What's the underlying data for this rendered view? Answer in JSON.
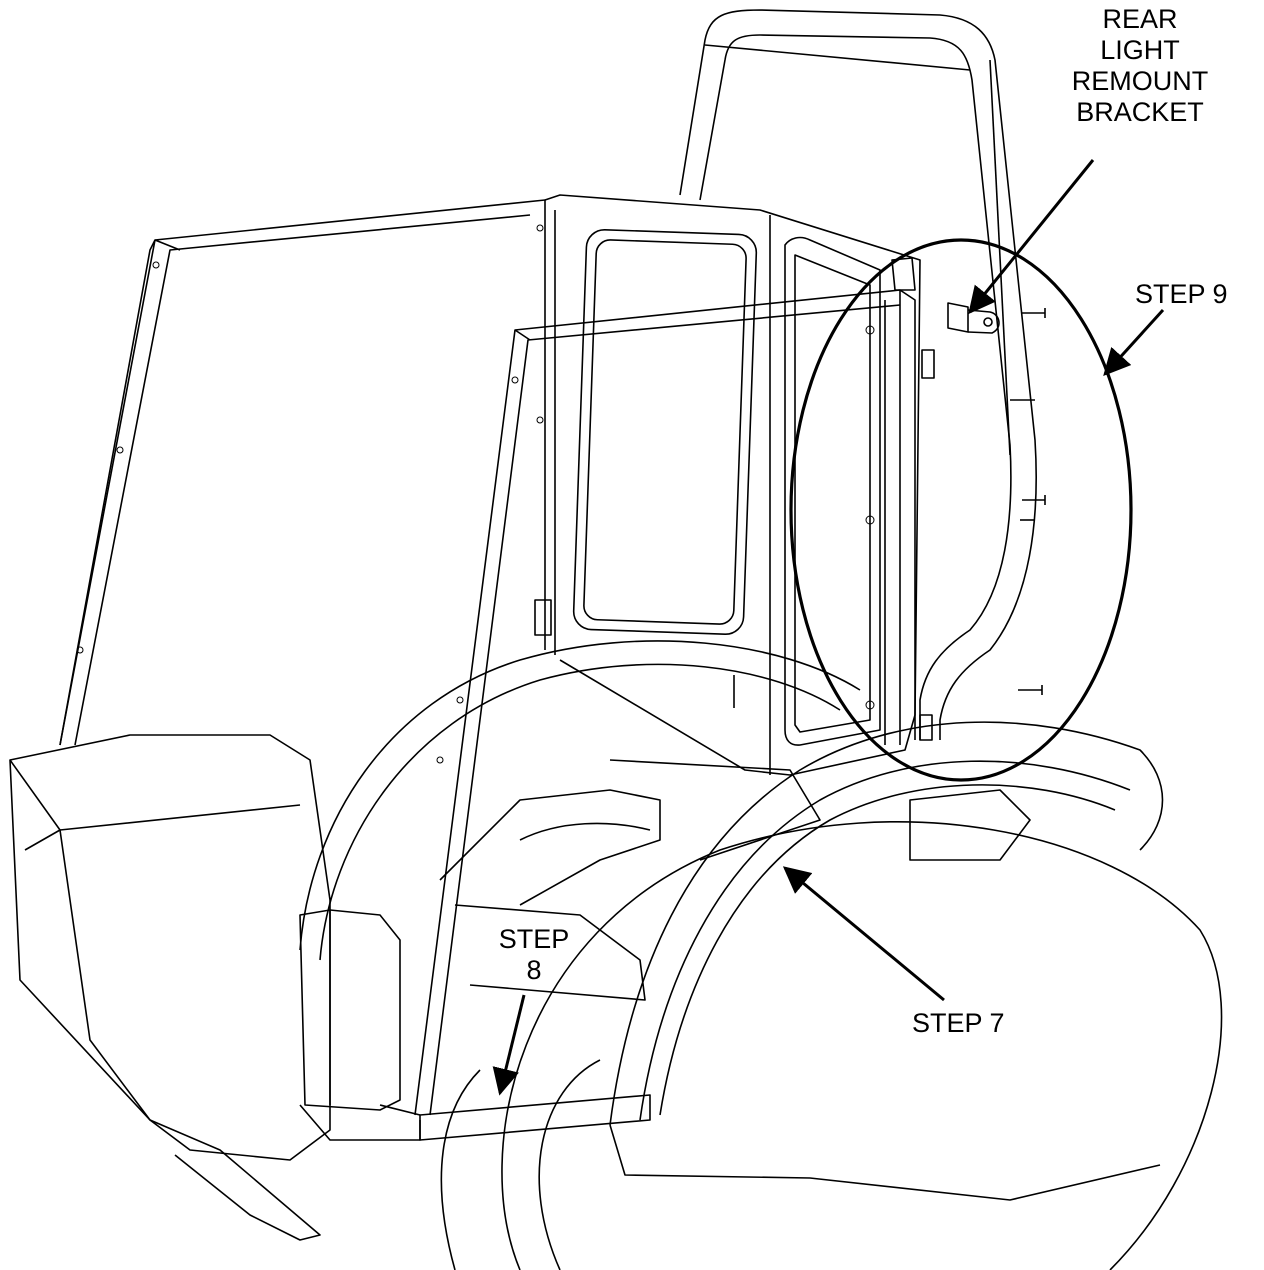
{
  "callouts": {
    "rear_bracket": [
      "REAR",
      "LIGHT",
      "REMOUNT",
      "BRACKET"
    ],
    "step9": "STEP 9",
    "step8": [
      "STEP",
      "8"
    ],
    "step7": "STEP 7"
  },
  "colors": {
    "line": "#000000",
    "background": "#ffffff"
  }
}
